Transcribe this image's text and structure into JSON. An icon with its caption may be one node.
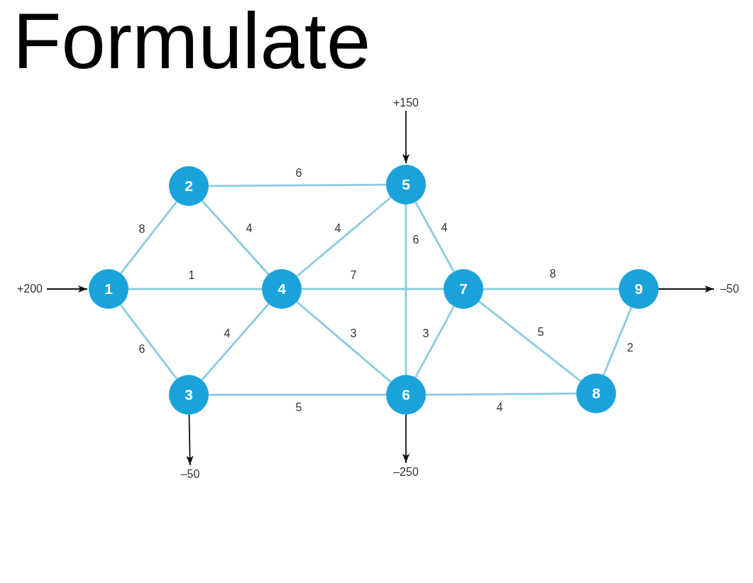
{
  "diagram": {
    "title": "Formulate",
    "nodes": [
      {
        "text": [
          "1"
        ]
      },
      {
        "text": [
          "2"
        ]
      },
      {
        "text": [
          "3"
        ]
      },
      {
        "text": [
          "4"
        ]
      },
      {
        "text": [
          "5"
        ]
      },
      {
        "text": [
          "6"
        ]
      },
      {
        "text": [
          "7"
        ]
      },
      {
        "text": [
          "8"
        ]
      },
      {
        "text": [
          "9"
        ]
      },
      {
        "text": [
          "+200"
        ]
      },
      {
        "text": [
          "+150"
        ]
      },
      {
        "text": [
          "–50"
        ]
      },
      {
        "text": [
          "–250"
        ]
      },
      {
        "text": [
          "–50"
        ]
      }
    ],
    "edges": [
      {
        "from": 9,
        "to": 0,
        "arrow": "to",
        "color": "#111111"
      },
      {
        "from": 10,
        "to": 4,
        "arrow": "to",
        "color": "#111111"
      },
      {
        "from": 2,
        "to": 11,
        "arrow": "to",
        "color": "#111111"
      },
      {
        "from": 5,
        "to": 12,
        "arrow": "to",
        "color": "#111111"
      },
      {
        "from": 8,
        "to": 13,
        "arrow": "to",
        "color": "#111111"
      },
      {
        "from": 0,
        "to": 1,
        "arrow": "none",
        "label": "8"
      },
      {
        "from": 0,
        "to": 3,
        "arrow": "none",
        "label": "1"
      },
      {
        "from": 0,
        "to": 2,
        "arrow": "none",
        "label": "6"
      },
      {
        "from": 1,
        "to": 4,
        "arrow": "none",
        "label": "6"
      },
      {
        "from": 1,
        "to": 3,
        "arrow": "none",
        "label": "4"
      },
      {
        "from": 2,
        "to": 3,
        "arrow": "none",
        "label": "4"
      },
      {
        "from": 2,
        "to": 5,
        "arrow": "none",
        "label": "5"
      },
      {
        "from": 3,
        "to": 4,
        "arrow": "none",
        "label": "4"
      },
      {
        "from": 3,
        "to": 6,
        "arrow": "none",
        "label": "7"
      },
      {
        "from": 3,
        "to": 5,
        "arrow": "none",
        "label": "3"
      },
      {
        "from": 4,
        "to": 5,
        "arrow": "none",
        "label": "6"
      },
      {
        "from": 4,
        "to": 6,
        "arrow": "none",
        "label": "4"
      },
      {
        "from": 5,
        "to": 6,
        "arrow": "none",
        "label": "3"
      },
      {
        "from": 6,
        "to": 8,
        "arrow": "none",
        "label": "8"
      },
      {
        "from": 6,
        "to": 7,
        "arrow": "none",
        "label": "5"
      },
      {
        "from": 5,
        "to": 7,
        "arrow": "none",
        "label": "4"
      },
      {
        "from": 7,
        "to": 8,
        "arrow": "none",
        "label": "2"
      }
    ]
  }
}
